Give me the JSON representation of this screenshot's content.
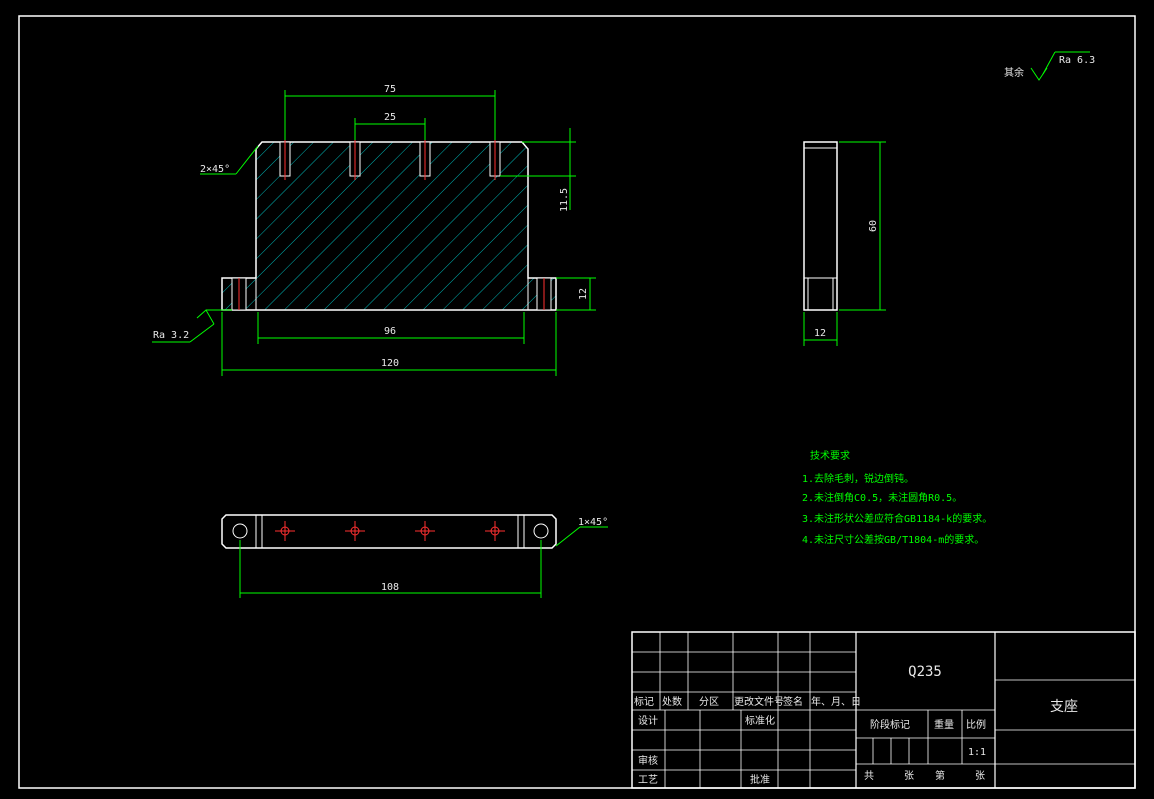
{
  "drawing": {
    "roughness_general": {
      "label": "其余",
      "value": "Ra 6.3"
    },
    "roughness_bottom": {
      "value": "Ra 3.2"
    },
    "front_view": {
      "dims": {
        "hole_span": "75",
        "hole_pitch": "25",
        "chamfer": "2×45°",
        "hole_depth": "11.5",
        "flange_height": "12",
        "body_width": "96",
        "overall_width": "120"
      }
    },
    "side_view": {
      "dims": {
        "height": "60",
        "thickness": "12"
      }
    },
    "top_view": {
      "dims": {
        "hole_center_span": "108",
        "chamfer": "1×45°"
      }
    }
  },
  "tech_requirements": {
    "title": "技术要求",
    "items": [
      "1.去除毛刺，锐边倒钝。",
      "2.未注倒角C0.5，未注圆角R0.5。",
      "3.未注形状公差应符合GB1184-k的要求。",
      "4.未注尺寸公差按GB/T1804-m的要求。"
    ]
  },
  "title_block": {
    "material": "Q235",
    "part_name": "支座",
    "revision_headers": [
      "标记",
      "处数",
      "分区",
      "更改文件号",
      "签名",
      "年、月、日"
    ],
    "roles": {
      "design": "设计",
      "standardize": "标准化",
      "review": "审核",
      "process": "工艺",
      "approve": "批准"
    },
    "stage_label": "阶段标记",
    "weight_label": "重量",
    "scale_label": "比例",
    "scale_value": "1:1",
    "sheets": {
      "total": "共",
      "unit1": "张",
      "page": "第",
      "unit2": "张"
    }
  }
}
